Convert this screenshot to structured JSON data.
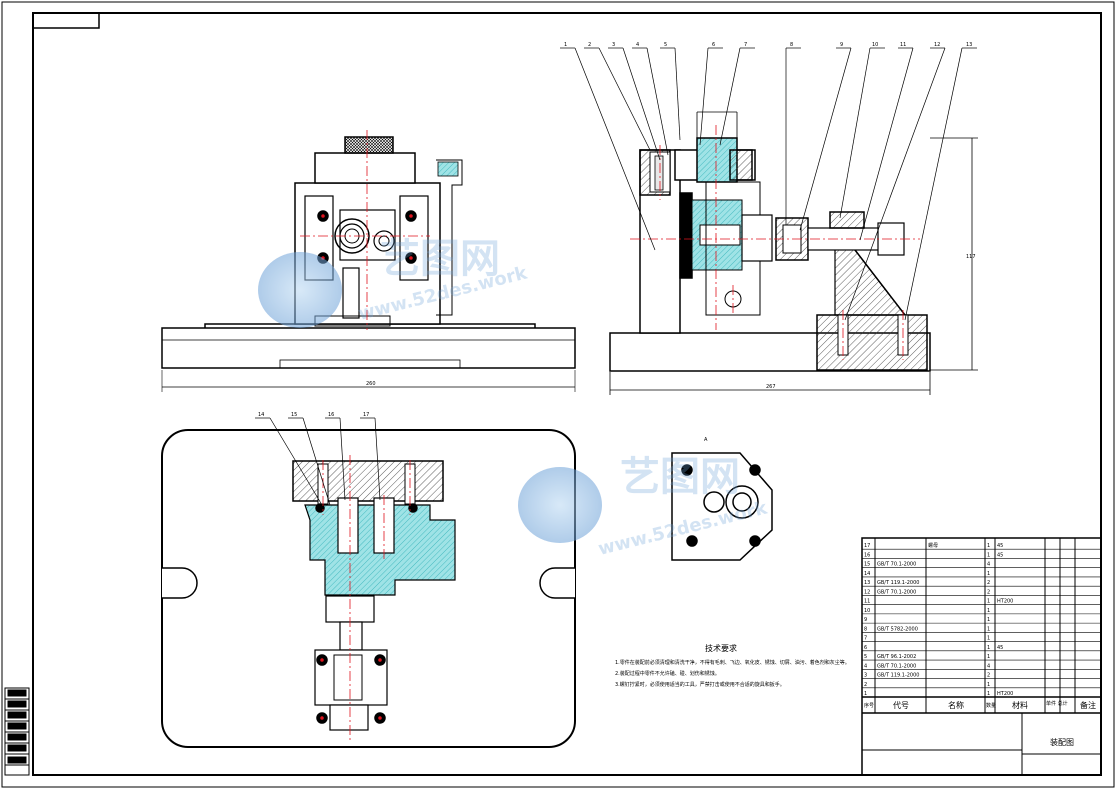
{
  "balloons_side": [
    "1",
    "2",
    "3",
    "4",
    "5",
    "6",
    "7",
    "8",
    "9",
    "10",
    "11",
    "12",
    "13"
  ],
  "balloons_section": [
    "14",
    "15",
    "16",
    "17"
  ],
  "dims": {
    "front_width": "260",
    "side_width": "267",
    "side_height": "117",
    "part_label": "A"
  },
  "tech_req": {
    "title": "技术要求",
    "lines": [
      "1.零件在装配前必须清理和清洗干净，不得有毛刺、飞边、氧化皮、锈蚀、切屑、油污、着色剂和灰尘等。",
      "2.装配过程中零件不允许磕、碰、划伤和锈蚀。",
      "3.螺钉拧紧时，必须使用适当的工具，严禁打击或使用不合适的旋具和扳手。"
    ]
  },
  "bom": {
    "headers": {
      "seq": "序号",
      "code": "代号",
      "name": "名称",
      "qty": "数量",
      "material": "材料",
      "weight": "单件 总计",
      "note": "备注"
    },
    "rows": [
      {
        "seq": "17",
        "code": "",
        "name": "螺母",
        "qty": "1",
        "mat": "45"
      },
      {
        "seq": "16",
        "code": "",
        "name": "",
        "qty": "1",
        "mat": "45"
      },
      {
        "seq": "15",
        "code": "GB/T 70.1-2000",
        "name": "",
        "qty": "4",
        "mat": ""
      },
      {
        "seq": "14",
        "code": "",
        "name": "",
        "qty": "1",
        "mat": ""
      },
      {
        "seq": "13",
        "code": "GB/T 119.1-2000",
        "name": "",
        "qty": "2",
        "mat": ""
      },
      {
        "seq": "12",
        "code": "GB/T 70.1-2000",
        "name": "",
        "qty": "2",
        "mat": ""
      },
      {
        "seq": "11",
        "code": "",
        "name": "",
        "qty": "1",
        "mat": "HT200"
      },
      {
        "seq": "10",
        "code": "",
        "name": "",
        "qty": "1",
        "mat": ""
      },
      {
        "seq": "9",
        "code": "",
        "name": "",
        "qty": "1",
        "mat": ""
      },
      {
        "seq": "8",
        "code": "GB/T 5782-2000",
        "name": "",
        "qty": "1",
        "mat": ""
      },
      {
        "seq": "7",
        "code": "",
        "name": "",
        "qty": "1",
        "mat": ""
      },
      {
        "seq": "6",
        "code": "",
        "name": "",
        "qty": "1",
        "mat": "45"
      },
      {
        "seq": "5",
        "code": "GB/T 96.1-2002",
        "name": "",
        "qty": "1",
        "mat": ""
      },
      {
        "seq": "4",
        "code": "GB/T 70.1-2000",
        "name": "",
        "qty": "4",
        "mat": ""
      },
      {
        "seq": "3",
        "code": "GB/T 119.1-2000",
        "name": "",
        "qty": "2",
        "mat": ""
      },
      {
        "seq": "2",
        "code": "",
        "name": "",
        "qty": "1",
        "mat": ""
      },
      {
        "seq": "1",
        "code": "",
        "name": "",
        "qty": "1",
        "mat": "HT200"
      }
    ]
  },
  "title_block": {
    "drawing_name": "装配图"
  },
  "watermark": {
    "brand": "艺图网",
    "url": "www.52des.work"
  },
  "colors": {
    "line": "#000000",
    "center": "#e0141e",
    "hatch": "#3a3a3a",
    "part": "#46c3c8",
    "watermark": "#6fa3d8"
  }
}
